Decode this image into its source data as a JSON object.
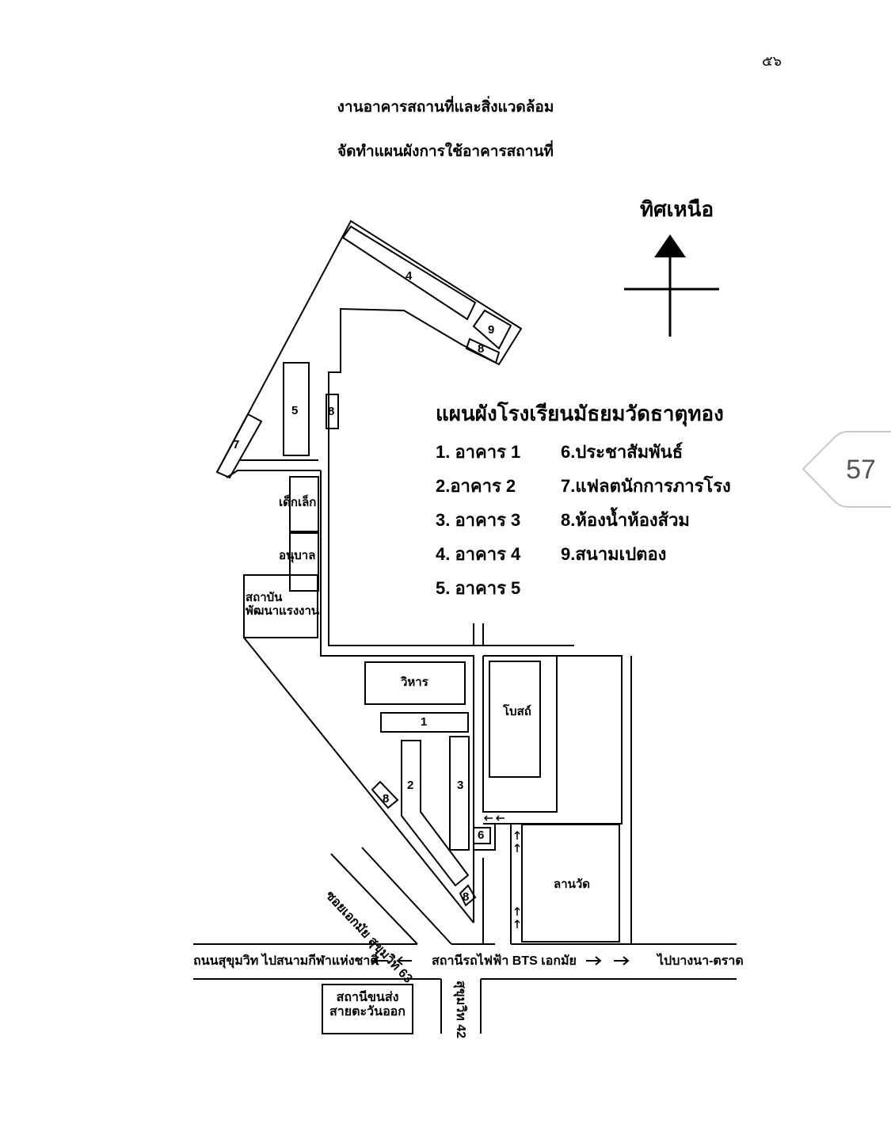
{
  "page_number": "๕๖",
  "heading": {
    "line1": "งานอาคารสถานที่และสิ่งแวดล้อม",
    "line2": "จัดทำแผนผังการใช้อาคารสถานที่"
  },
  "side_tab": {
    "number": "57"
  },
  "map": {
    "north_label": "ทิศเหนือ",
    "title": "แผนผังโรงเรียนมัธยมวัดธาตุทอง",
    "legend": [
      "1. อาคาร 1",
      "2.อาคาร 2",
      "3. อาคาร 3",
      "4. อาคาร 4",
      "5. อาคาร 5",
      "6.ประชาสัมพันธ์",
      "7.แฟลตนักการภารโรง",
      "8.ห้องน้ำห้องส้วม",
      "9.สนามเปตอง"
    ],
    "buildings": {
      "b1": "1",
      "b2": "2",
      "b3": "3",
      "b4": "4",
      "b5": "5",
      "b6": "6",
      "b7": "7",
      "b8a": "8",
      "b8b": "8",
      "b8c": "8",
      "b8d": "8",
      "b9": "9",
      "nursery": "เด็กเล็ก",
      "kindergarten": "อนุบาล",
      "institute": "สถาบัน\nพัฒนาแรงงาน",
      "vihara": "วิหาร",
      "ubosot": "โบสถ์",
      "courtyard": "ลานวัด"
    },
    "roads": {
      "sukhumvit_west": "ถนนสุขุมวิท ไปสนามกีฬาแห่งชาติ",
      "bts": "สถานีรถไฟฟ้า BTS เอกมัย",
      "east": "ไปบางนา-ตราด",
      "soi63": "ซอยเอกมัย สุขุมวิท 63",
      "soi42": "สุขุมวิท 42",
      "bus_station": "สถานีขนส่ง\nสายตะวันออก"
    }
  }
}
